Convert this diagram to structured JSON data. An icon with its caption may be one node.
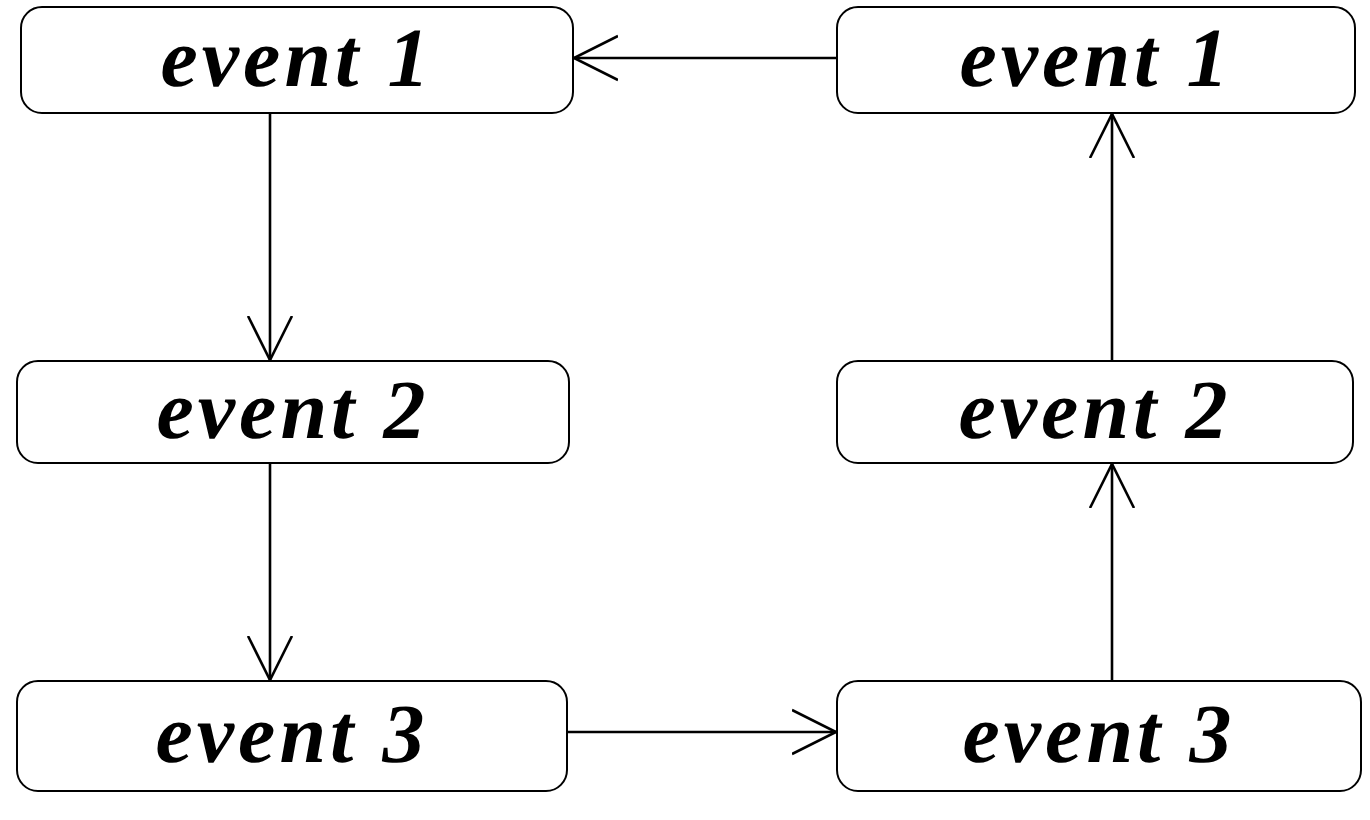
{
  "diagram": {
    "nodes": [
      {
        "text": [
          "event 1"
        ]
      },
      {
        "text": [
          "event 1"
        ]
      },
      {
        "text": [
          "event 2"
        ]
      },
      {
        "text": [
          "event 2"
        ]
      },
      {
        "text": [
          "event 3"
        ]
      },
      {
        "text": [
          "event 3"
        ]
      }
    ],
    "edges": [
      {
        "from": 0,
        "to": 2,
        "arrow": "to"
      },
      {
        "from": 2,
        "to": 4,
        "arrow": "to"
      },
      {
        "from": 4,
        "to": 5,
        "arrow": "to"
      },
      {
        "from": 5,
        "to": 3,
        "arrow": "to"
      },
      {
        "from": 3,
        "to": 1,
        "arrow": "to"
      },
      {
        "from": 1,
        "to": 0,
        "arrow": "to"
      }
    ]
  }
}
